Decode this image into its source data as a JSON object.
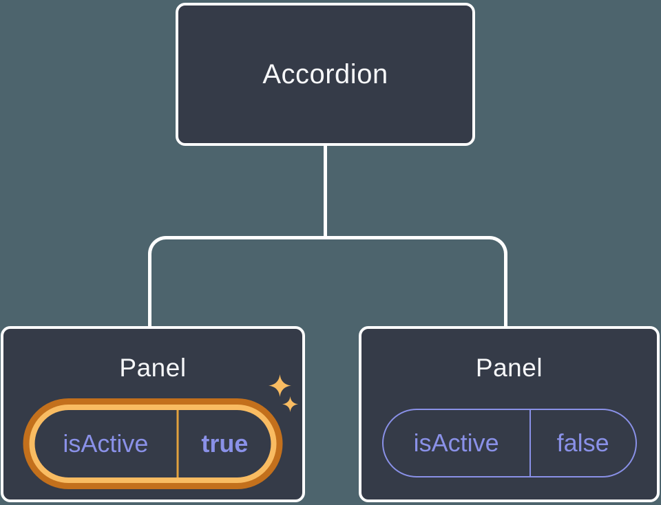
{
  "diagram": {
    "root": {
      "label": "Accordion"
    },
    "panels": [
      {
        "title": "Panel",
        "prop_name": "isActive",
        "prop_value": "true",
        "state": "active",
        "highlighted": true
      },
      {
        "title": "Panel",
        "prop_name": "isActive",
        "prop_value": "false",
        "state": "inactive",
        "highlighted": false
      }
    ]
  },
  "icons": {
    "sparkles": "sparkles-icon"
  },
  "colors": {
    "background": "#4D646D",
    "node_fill": "#353B48",
    "node_border": "#FFFFFF",
    "connector": "#FFFFFF",
    "title_text": "#F6F7F9",
    "prop_text": "#8A91E8",
    "prop_border_inactive": "#8A91E8",
    "active_ring_outer": "#C3701C",
    "active_ring_inner": "#F9BC62",
    "active_divider": "#E2A13D",
    "sparkle": "#F9BC62"
  }
}
